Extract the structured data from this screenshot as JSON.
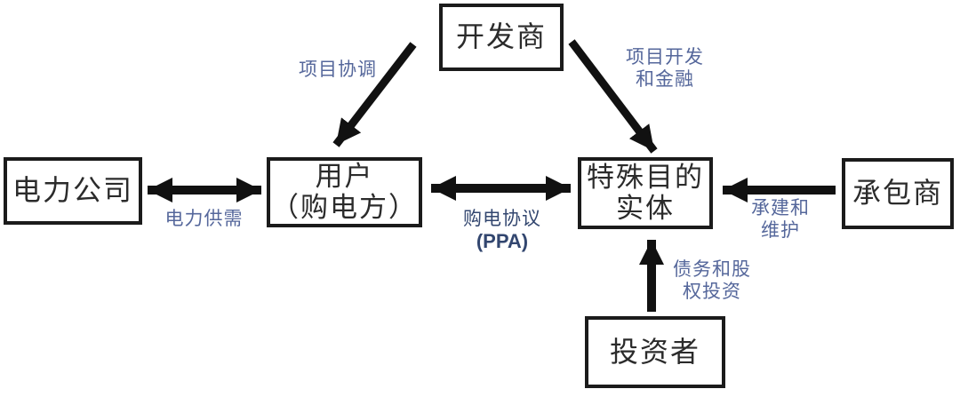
{
  "canvas": {
    "background": "#ffffff"
  },
  "colors": {
    "box_border": "#1b1b1b",
    "box_text": "#2b2b2b",
    "arrow": "#111111",
    "label_blue": "#55679b",
    "label_dark_blue": "#32466f"
  },
  "nodes": {
    "developer": {
      "label": "开发商"
    },
    "power_company": {
      "label": "电力公司"
    },
    "user": {
      "line1": "用户",
      "line2": "（购电方）"
    },
    "spe": {
      "line1": "特殊目的",
      "line2": "实体"
    },
    "contractor": {
      "label": "承包商"
    },
    "investor": {
      "label": "投资者"
    }
  },
  "edges": {
    "project_coordination": {
      "label": "项目协调",
      "from": "developer",
      "to": "user"
    },
    "project_dev_finance": {
      "line1": "项目开发",
      "line2": "和金融",
      "from": "developer",
      "to": "spe"
    },
    "power_supply_demand": {
      "label": "电力供需",
      "from": "power_company",
      "to": "user",
      "direction": "both"
    },
    "ppa": {
      "line1": "购电协议",
      "line2": "(PPA)",
      "from": "user",
      "to": "spe",
      "direction": "both"
    },
    "construction_maintenance": {
      "line1": "承建和",
      "line2": "维护",
      "from": "contractor",
      "to": "spe"
    },
    "debt_equity": {
      "line1": "债务和股",
      "line2": "权投资",
      "from": "investor",
      "to": "spe"
    }
  }
}
